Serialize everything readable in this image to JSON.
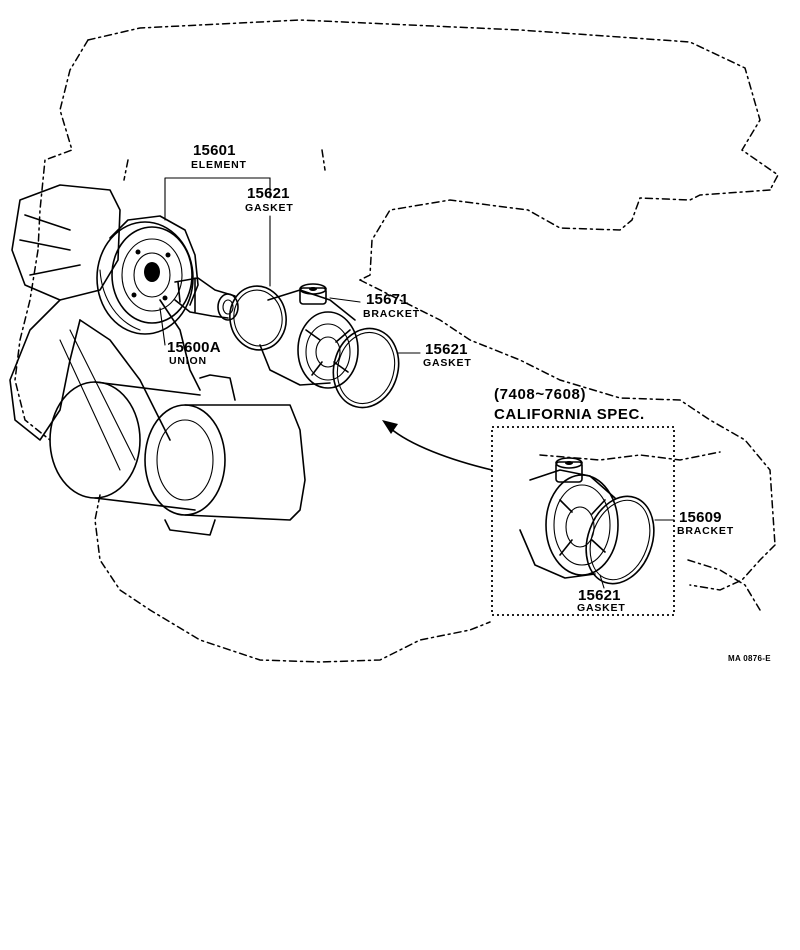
{
  "parts": {
    "element": {
      "number": "15601",
      "name": "ELEMENT"
    },
    "gasket_top": {
      "number": "15621",
      "name": "GASKET"
    },
    "bracket_main": {
      "number": "15671",
      "name": "BRACKET"
    },
    "gasket_right": {
      "number": "15621",
      "name": "GASKET"
    },
    "union": {
      "number": "15600A",
      "name": "UNION"
    },
    "bracket_cal": {
      "number": "15609",
      "name": "BRACKET"
    },
    "gasket_cal": {
      "number": "15621",
      "name": "GASKET"
    }
  },
  "california": {
    "range": "(7408~7608)",
    "title": "CALIFORNIA SPEC."
  },
  "drawing_code": "MA 0876-E"
}
